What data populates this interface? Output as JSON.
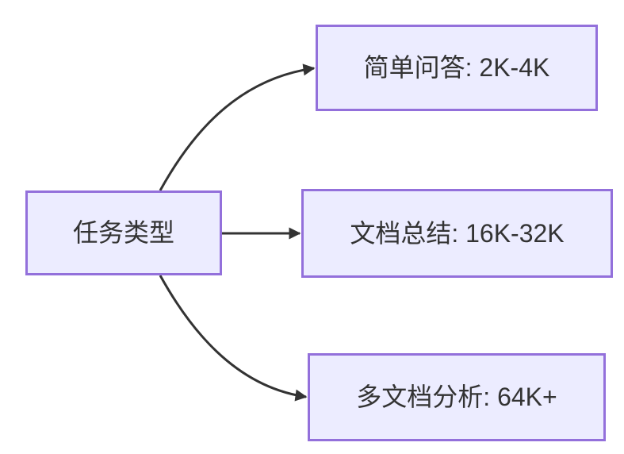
{
  "diagram": {
    "type": "flowchart",
    "direction": "left-to-right",
    "colors": {
      "background": "#ffffff",
      "node_fill": "#ECECFF",
      "node_border": "#9370DB",
      "edge_color": "#333333",
      "text_color": "#333333"
    },
    "nodes": [
      {
        "id": "task-type",
        "label": "任务类型"
      },
      {
        "id": "simple-qa",
        "label": "简单问答: 2K-4K"
      },
      {
        "id": "doc-summary",
        "label": "文档总结: 16K-32K"
      },
      {
        "id": "multi-doc",
        "label": "多文档分析: 64K+"
      }
    ],
    "edges": [
      {
        "from": "task-type",
        "to": "simple-qa",
        "arrow": "triangle"
      },
      {
        "from": "task-type",
        "to": "doc-summary",
        "arrow": "triangle"
      },
      {
        "from": "task-type",
        "to": "multi-doc",
        "arrow": "triangle"
      }
    ]
  }
}
